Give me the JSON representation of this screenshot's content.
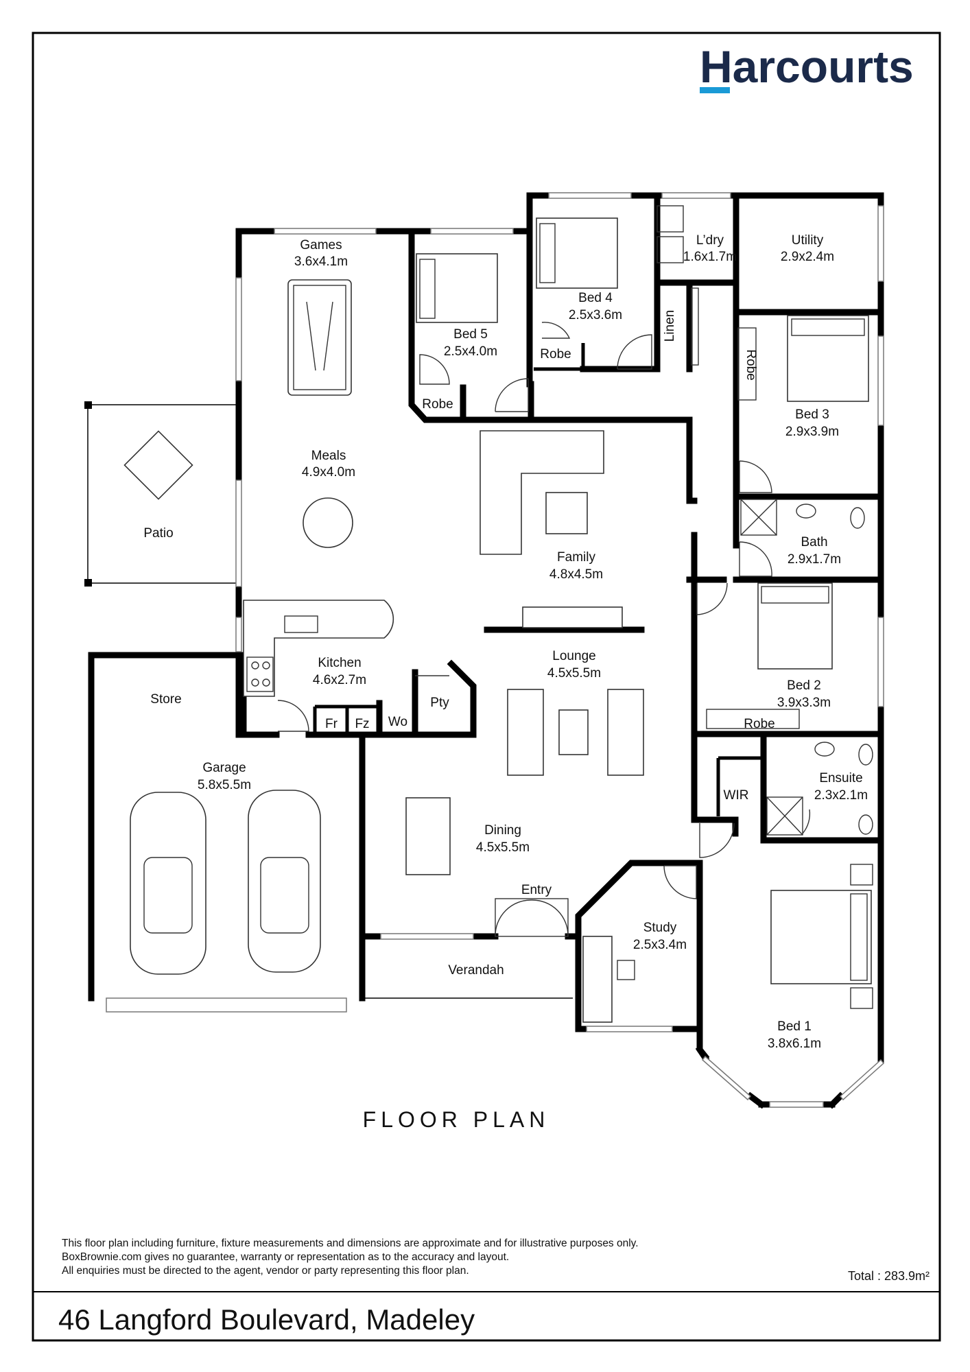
{
  "brand": {
    "name": "Harcourts",
    "color": "#1b2a4a",
    "accent": "#1a9ad6"
  },
  "rooms": {
    "games": {
      "name": "Games",
      "size": "3.6x4.1m"
    },
    "bed5": {
      "name": "Bed 5",
      "size": "2.5x4.0m"
    },
    "bed4": {
      "name": "Bed 4",
      "size": "2.5x3.6m"
    },
    "laundry": {
      "name": "L’dry",
      "size": "1.6x1.7m"
    },
    "utility": {
      "name": "Utility",
      "size": "2.9x2.4m"
    },
    "linen": {
      "name": "Linen"
    },
    "robe_bed4": {
      "name": "Robe"
    },
    "robe_bed5": {
      "name": "Robe"
    },
    "robe_bed3": {
      "name": "Robe"
    },
    "robe_bed2": {
      "name": "Robe"
    },
    "bed3": {
      "name": "Bed 3",
      "size": "2.9x3.9m"
    },
    "meals": {
      "name": "Meals",
      "size": "4.9x4.0m"
    },
    "patio": {
      "name": "Patio"
    },
    "family": {
      "name": "Family",
      "size": "4.8x4.5m"
    },
    "bath": {
      "name": "Bath",
      "size": "2.9x1.7m"
    },
    "lounge": {
      "name": "Lounge",
      "size": "4.5x5.5m"
    },
    "kitchen": {
      "name": "Kitchen",
      "size": "4.6x2.7m"
    },
    "pantry": {
      "name": "Pty"
    },
    "fridge": {
      "name": "Fr"
    },
    "freezer": {
      "name": "Fz"
    },
    "wine": {
      "name": "Wo"
    },
    "bed2": {
      "name": "Bed 2",
      "size": "3.9x3.3m"
    },
    "store": {
      "name": "Store"
    },
    "garage": {
      "name": "Garage",
      "size": "5.8x5.5m"
    },
    "ensuite": {
      "name": "Ensuite",
      "size": "2.3x2.1m"
    },
    "wir": {
      "name": "WIR"
    },
    "dining": {
      "name": "Dining",
      "size": "4.5x5.5m"
    },
    "entry": {
      "name": "Entry"
    },
    "study": {
      "name": "Study",
      "size": "2.5x3.4m"
    },
    "verandah": {
      "name": "Verandah"
    },
    "bed1": {
      "name": "Bed 1",
      "size": "3.8x6.1m"
    }
  },
  "plan_title": "FLOOR PLAN",
  "disclaimer": [
    "This floor plan including furniture, fixture measurements and dimensions are approximate and for illustrative purposes only.",
    "BoxBrownie.com gives no guarantee, warranty or representation as to the accuracy and layout.",
    "All enquiries must be directed to the agent, vendor or party representing this floor plan."
  ],
  "total": "Total : 283.9m²",
  "address": "46 Langford Boulevard, Madeley"
}
